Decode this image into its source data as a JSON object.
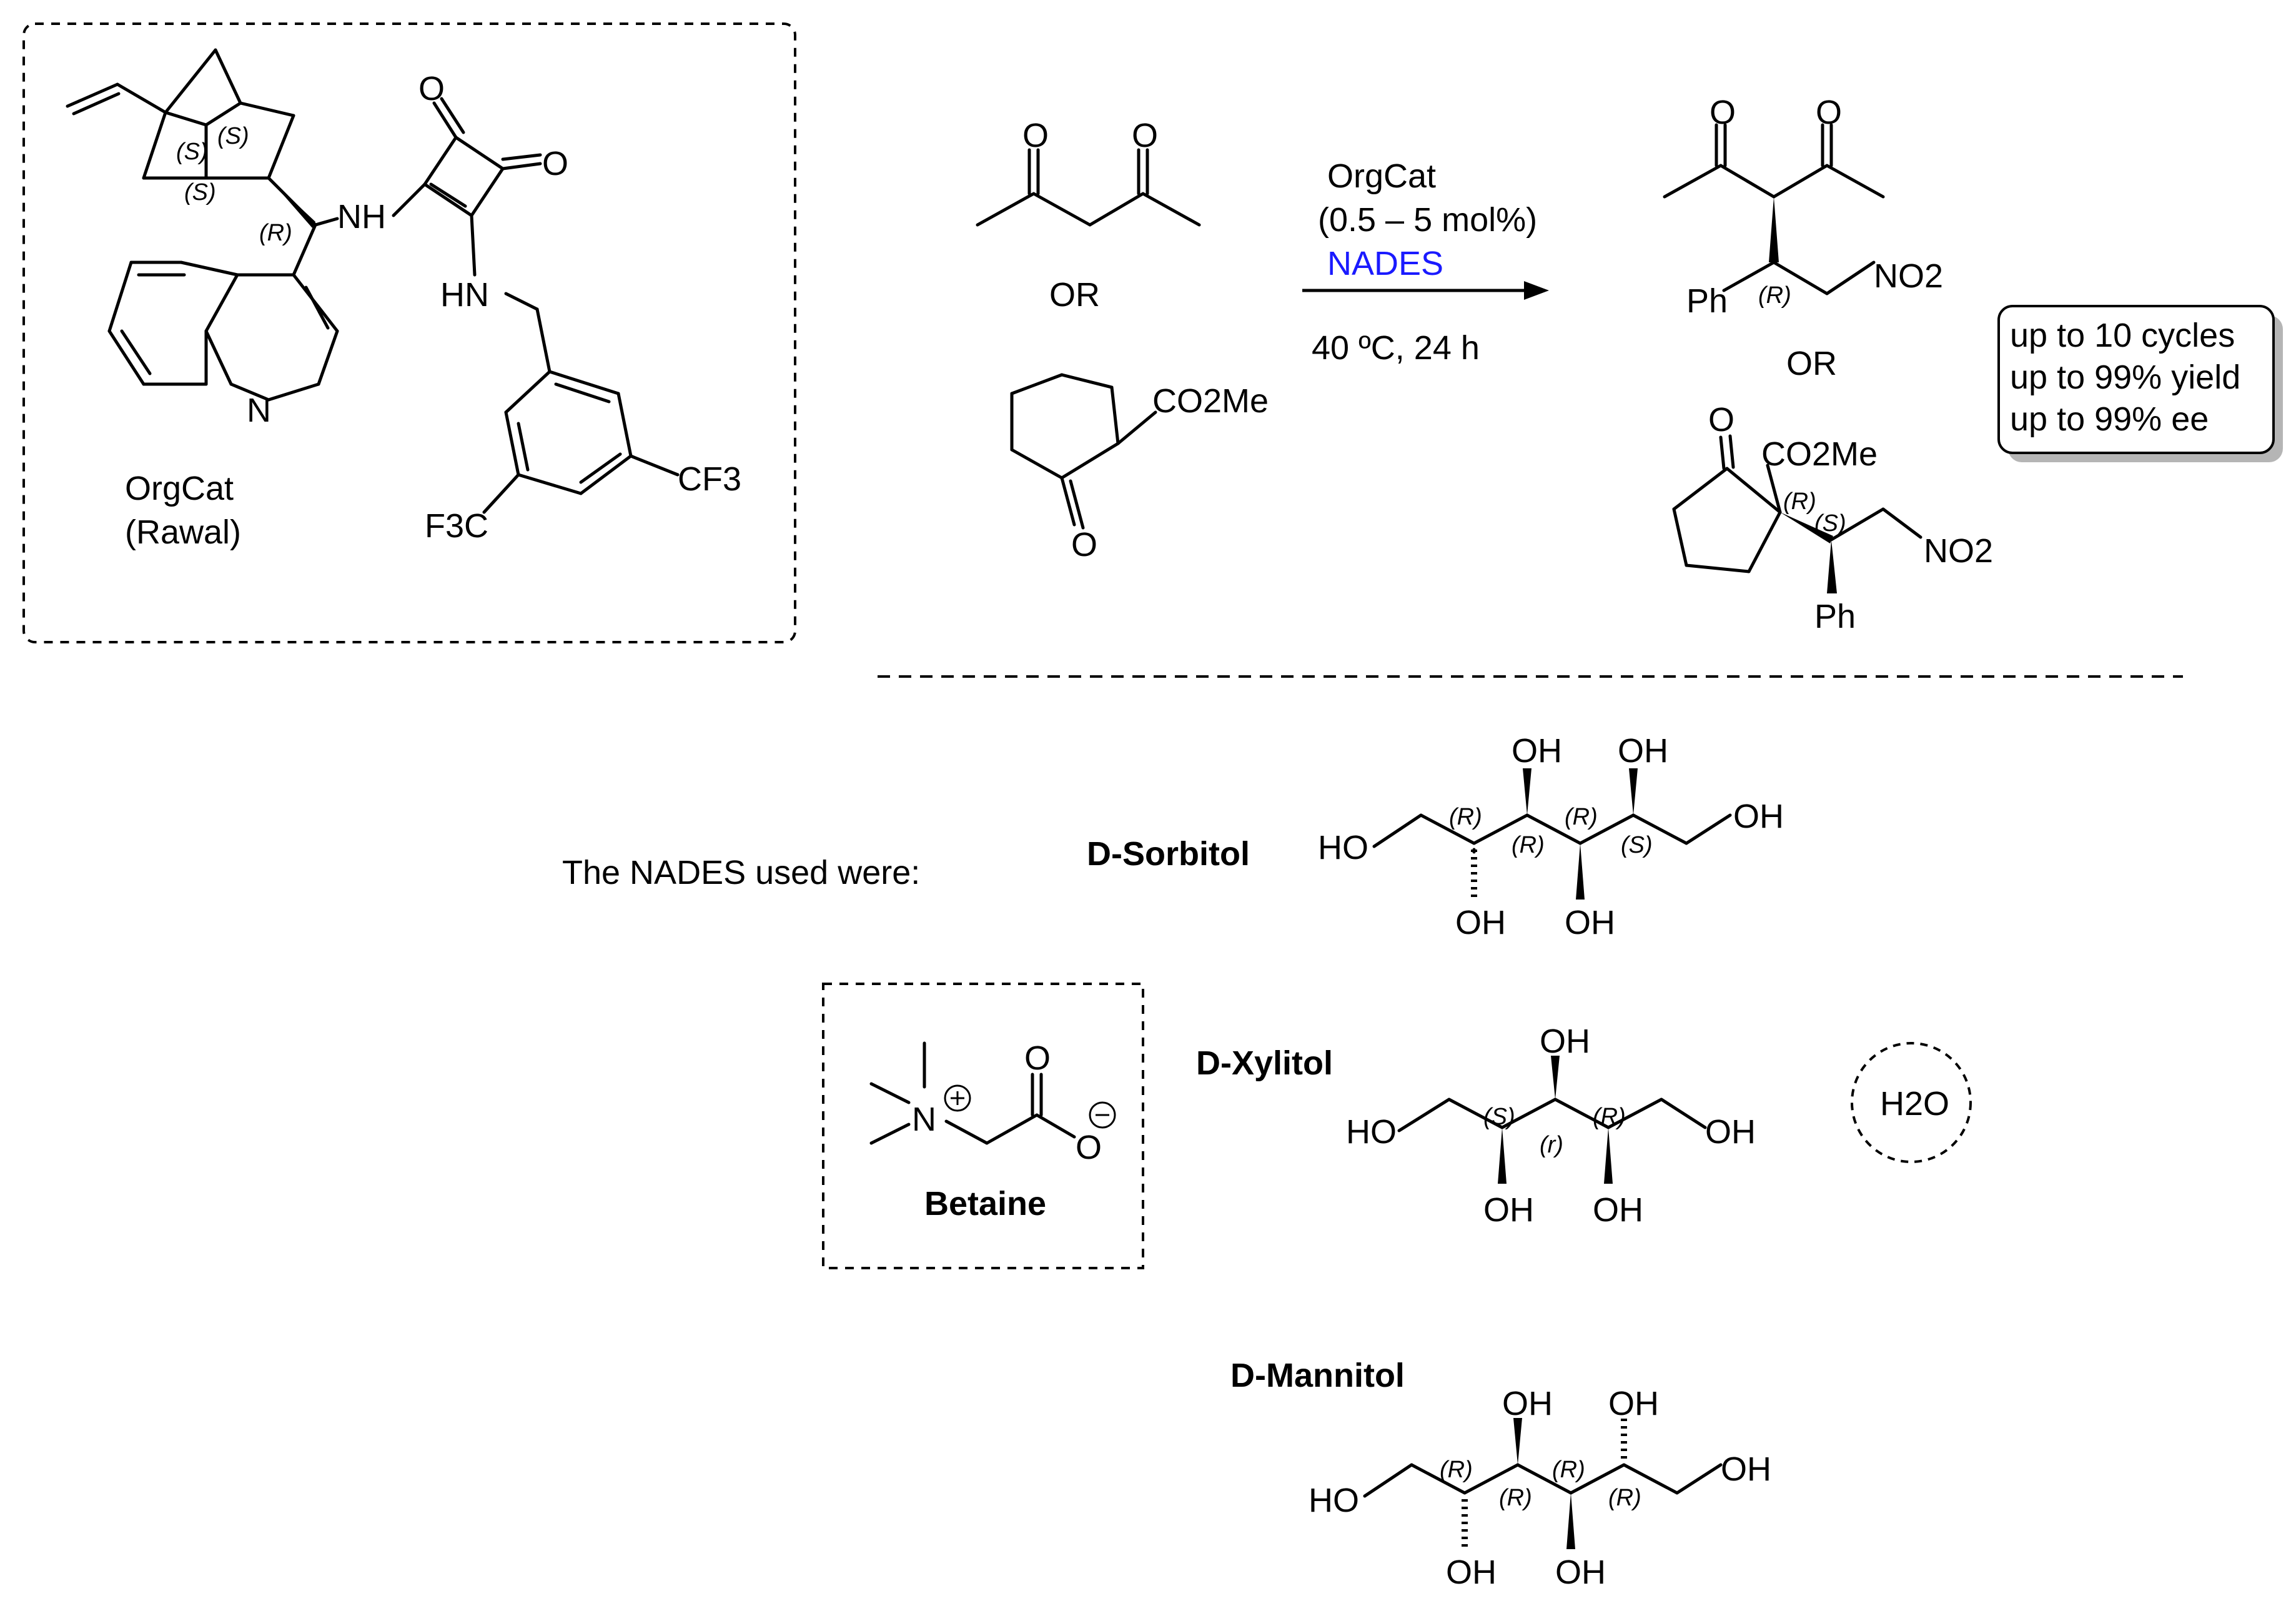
{
  "catalyst": {
    "name": "OrgCat",
    "origin": "(Rawal)",
    "atoms": {
      "nh_top": "NH",
      "hn": "HN",
      "o1": "O",
      "o2": "O",
      "n_ring": "N",
      "cf3_right": "CF3",
      "cf3_left": "F3C"
    },
    "stereo": {
      "s1": "(S)",
      "s2": "(S)",
      "s3": "(S)",
      "r1": "(R)"
    }
  },
  "reactants": {
    "or_label": "OR",
    "diketone_o1": "O",
    "diketone_o2": "O",
    "ketoester_group": "CO2Me",
    "ketoester_o": "O"
  },
  "conditions": {
    "catalyst": "OrgCat",
    "loading": "(0.5  – 5 mol%)",
    "solvent": "NADES",
    "temp_time": "40 ºC, 24 h"
  },
  "products": {
    "or_label": "OR",
    "p1": {
      "o1": "O",
      "o2": "O",
      "ph": "Ph",
      "no2": "NO2",
      "stereo": "(R)"
    },
    "p2": {
      "o": "O",
      "ester": "CO2Me",
      "no2": "NO2",
      "ph": "Ph",
      "stereo_r": "(R)",
      "stereo_s": "(S)"
    }
  },
  "summary": [
    "up to 10 cycles",
    "up to 99% yield",
    "up to 99% ee"
  ],
  "nades": {
    "intro": "The NADES used were:",
    "sorbitol": {
      "name": "D-Sorbitol",
      "stereo": [
        "(R)",
        "(R)",
        "(R)",
        "(S)"
      ],
      "oh": "OH",
      "ho": "HO"
    },
    "xylitol": {
      "name": "D-Xylitol",
      "stereo": [
        "(S)",
        "(r)",
        "(R)"
      ],
      "oh": "OH",
      "ho": "HO"
    },
    "mannitol": {
      "name": "D-Mannitol",
      "stereo": [
        "(R)",
        "(R)",
        "(R)",
        "(R)"
      ],
      "oh": "OH",
      "ho": "HO"
    },
    "betaine": {
      "name": "Betaine",
      "n": "N",
      "o1": "O",
      "o2": "O"
    },
    "water": "H2O"
  }
}
